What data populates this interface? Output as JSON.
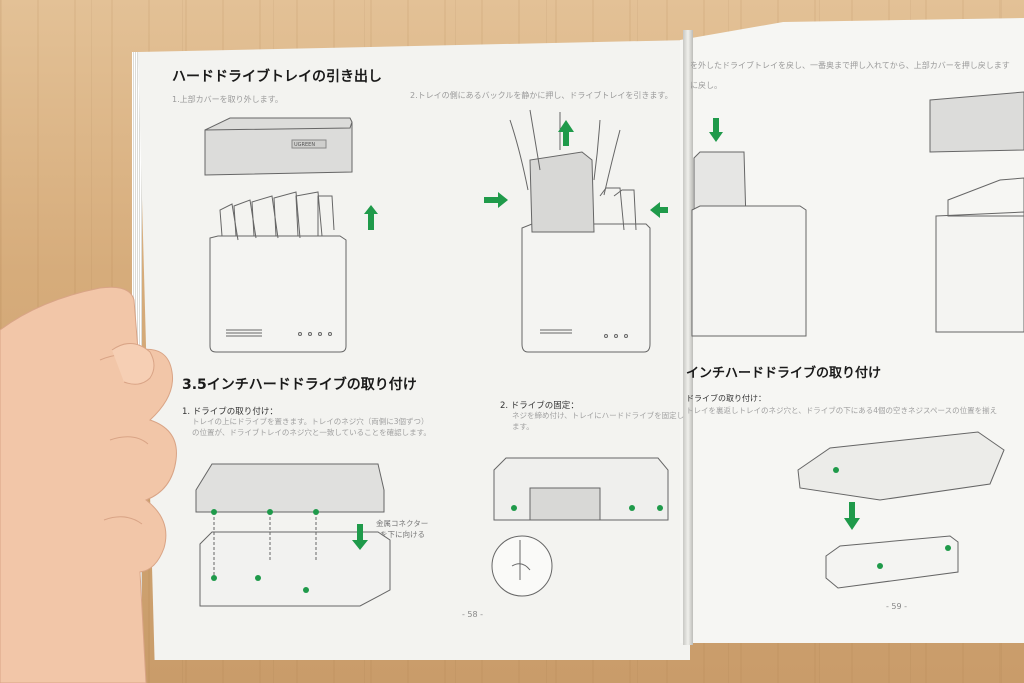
{
  "left_page": {
    "section1_title": "ハードドライブトレイの引き出し",
    "step1_caption": "1.上部カバーを取り外します。",
    "step2_caption": "2.トレイの側にあるバックルを静かに押し、ドライブトレイを引きます。",
    "section2_title": "3.5インチハードドライブの取り付け",
    "install_step1_title": "1. ドライブの取り付け：",
    "install_step1_line1": "トレイの上にドライブを置きます。トレイのネジ穴（両側に3個ずつ）",
    "install_step1_line2": "の位置が、ドライブトレイのネジ穴と一致していることを確認します。",
    "install_step2_title": "2. ドライブの固定：",
    "install_step2_line1": "ネジを締め付け、トレイにハードドライブを固定し",
    "install_step2_line2": "ます。",
    "connector_label_line1": "金属コネクター",
    "connector_label_line2": "を下に向ける",
    "brand_logo": "UGREEN",
    "page_number": "- 58 -"
  },
  "right_page": {
    "top_caption_line1": "に戻し。",
    "top_caption_line2": "を外したドライブトレイを戻し、一番奥まで押し入れてから、上部カバーを押し戻します",
    "section_title": "インチハードドライブの取り付け",
    "step_title": "ドライブの取り付け：",
    "step_line1": "トレイを裏返しトレイのネジ穴と、ドライブの下にある4個の空きネジスペースの位置を揃え",
    "page_number": "- 59 -"
  },
  "colors": {
    "accent_green": "#1f9a4a",
    "page": "#f2f2ef",
    "line_art": "#555555"
  }
}
